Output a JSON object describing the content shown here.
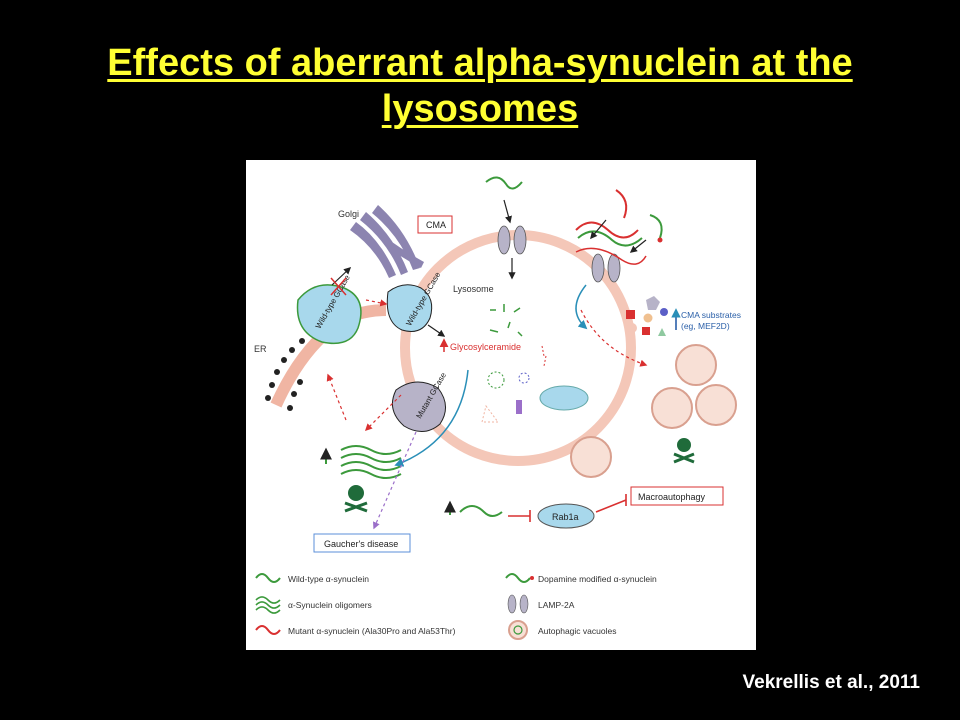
{
  "slide": {
    "title_line1": "Effects of aberrant alpha-synuclein at the",
    "title_line2": "lysosomes",
    "citation": "Vekrellis et al., 2011"
  },
  "diagram": {
    "labels": {
      "golgi": "Golgi",
      "er": "ER",
      "cma": "CMA",
      "lysosome": "Lysosome",
      "wildtype_gcase_left": "Wild-type GCase",
      "wildtype_gcase_inner": "Wild-type GCase",
      "mutant_gcase": "Mutant GCase",
      "glycosylceramide": "Glycosylceramide",
      "cma_substrates_line1": "CMA substrates",
      "cma_substrates_line2": "(eg, MEF2D)",
      "macroautophagy": "Macroautophagy",
      "rab1a": "Rab1a",
      "gauchers": "Gaucher's disease"
    },
    "legend": [
      {
        "text": "Wild-type α-synuclein"
      },
      {
        "text": "Dopamine modified α-synuclein"
      },
      {
        "text": "α-Synuclein oligomers"
      },
      {
        "text": "LAMP-2A"
      },
      {
        "text": "Mutant α-synuclein (Ala30Pro and Ala53Thr)"
      },
      {
        "text": "Autophagic vacuoles"
      }
    ],
    "colors": {
      "lysosome_membrane": "#f4c7b8",
      "golgi": "#8c84b0",
      "gcase": "#a8d8ec",
      "synuclein_green": "#3c9a3c",
      "mutant_red": "#d93030",
      "arrow_blue": "#2a8fb8",
      "skull": "#1f6b3a"
    }
  }
}
